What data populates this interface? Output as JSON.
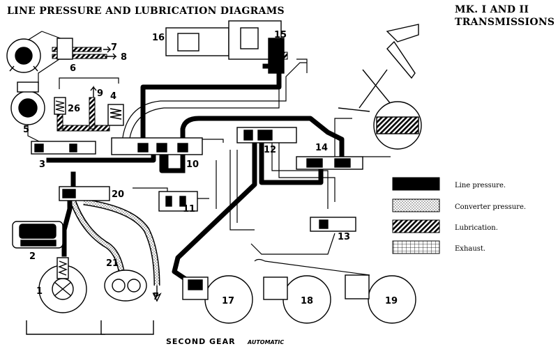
{
  "header": {
    "title": "LINE PRESSURE AND LUBRICATION DIAGRAMS",
    "model_line1": "MK. I AND II",
    "model_line2": "TRANSMISSIONS"
  },
  "footer": {
    "gear": "SECOND GEAR",
    "mode": "AUTOMATIC"
  },
  "legend": [
    {
      "label": "Line pressure.",
      "pattern": "solid"
    },
    {
      "label": "Converter pressure.",
      "pattern": "dotted"
    },
    {
      "label": "Lubrication.",
      "pattern": "hatched"
    },
    {
      "label": "Exhaust.",
      "pattern": "grid"
    }
  ],
  "callouts": {
    "n1": "1",
    "n2": "2",
    "n3": "3",
    "n4": "4",
    "n5": "5",
    "n6": "6",
    "n7a": "7",
    "n7b": "7",
    "n8": "8",
    "n9": "9",
    "n10": "10",
    "n11": "11",
    "n12": "12",
    "n13": "13",
    "n14": "14",
    "n15": "15",
    "n16": "16",
    "n17": "17",
    "n18": "18",
    "n19": "19",
    "n20": "20",
    "n21": "21",
    "n26": "26"
  },
  "colors": {
    "ink": "#000000",
    "paper": "#ffffff"
  }
}
